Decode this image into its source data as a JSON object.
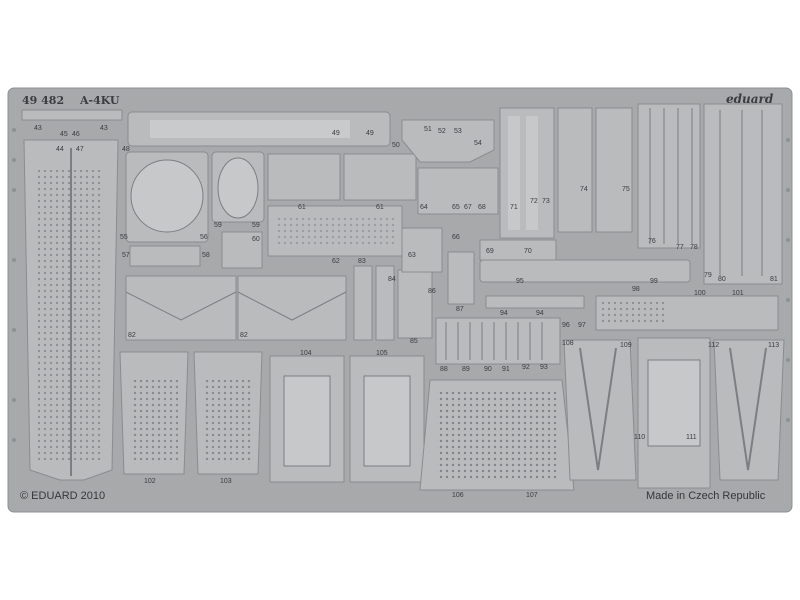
{
  "fret": {
    "code": "49 482",
    "model": "A-4KU",
    "brand": "eduard",
    "copyright": "© EDUARD 2010",
    "origin": "Made in Czech Republic",
    "colors": {
      "fret": "#a7a9ab",
      "part": "#b9bbbd",
      "dark": "#7c7f82",
      "light": "#d2d4d6",
      "text": "#3a3d40"
    }
  },
  "labels": {
    "p43a": "43",
    "p45": "45",
    "p46": "46",
    "p43b": "43",
    "p44": "44",
    "p47": "47",
    "p48": "48",
    "p49a": "49",
    "p49b": "49",
    "p50": "50",
    "p51": "51",
    "p52": "52",
    "p53": "53",
    "p54": "54",
    "p55": "55",
    "p56": "56",
    "p57": "57",
    "p58": "58",
    "p59a": "59",
    "p59b": "59",
    "p60": "60",
    "p61a": "61",
    "p61b": "61",
    "p62": "62",
    "p63": "63",
    "p64": "64",
    "p65": "65",
    "p66": "66",
    "p67": "67",
    "p68": "68",
    "p69": "69",
    "p70": "70",
    "p71": "71",
    "p72": "72",
    "p73": "73",
    "p74": "74",
    "p75": "75",
    "p76": "76",
    "p77": "77",
    "p78": "78",
    "p79": "79",
    "p80": "80",
    "p81": "81",
    "p82a": "82",
    "p82b": "82",
    "p83": "83",
    "p84": "84",
    "p85": "85",
    "p86": "86",
    "p87": "87",
    "p88": "88",
    "p89": "89",
    "p90": "90",
    "p91": "91",
    "p92": "92",
    "p93": "93",
    "p94a": "94",
    "p94b": "94",
    "p95": "95",
    "p96": "96",
    "p97": "97",
    "p98": "98",
    "p99": "99",
    "p100": "100",
    "p101": "101",
    "p102": "102",
    "p103": "103",
    "p104": "104",
    "p105": "105",
    "p106": "106",
    "p107": "107",
    "p108": "108",
    "p109": "109",
    "p110": "110",
    "p111": "111",
    "p112": "112",
    "p113": "113"
  }
}
